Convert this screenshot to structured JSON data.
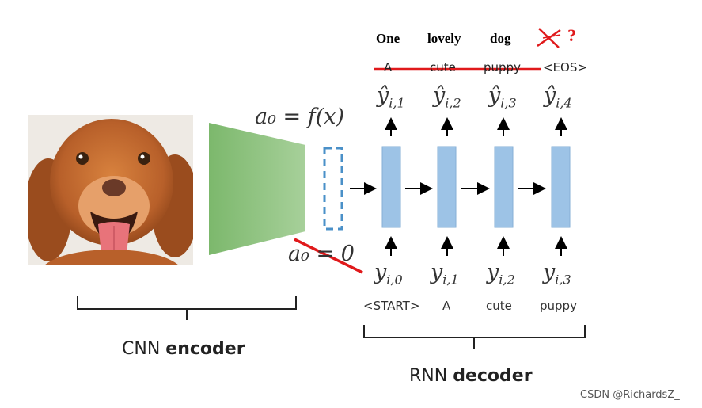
{
  "handwritten_caption": [
    "One",
    "lovely",
    "dog"
  ],
  "rejected_marks": {
    "cross": "×",
    "question": "?"
  },
  "struck_outputs": [
    "A",
    "cute",
    "puppy",
    "<EOS>"
  ],
  "outputs": [
    {
      "base": "ŷ",
      "sub": "i,1"
    },
    {
      "base": "ŷ",
      "sub": "i,2"
    },
    {
      "base": "ŷ",
      "sub": "i,3"
    },
    {
      "base": "ŷ",
      "sub": "i,4"
    }
  ],
  "inputs": [
    {
      "base": "y",
      "sub": "i,0"
    },
    {
      "base": "y",
      "sub": "i,1"
    },
    {
      "base": "y",
      "sub": "i,2"
    },
    {
      "base": "y",
      "sub": "i,3"
    }
  ],
  "input_tokens": [
    "<START>",
    "A",
    "cute",
    "puppy"
  ],
  "equation_top": "a₀ = f(x)",
  "equation_bottom": "a₀ = 0",
  "encoder_label": {
    "normal": "CNN ",
    "bold": "encoder"
  },
  "decoder_label": {
    "normal": "RNN ",
    "bold": "decoder"
  },
  "watermark": "CSDN @RichardsZ_",
  "colors": {
    "encoder": "#8cc07e",
    "rnn_cell": "#9dc3e6",
    "red": "#e0191b",
    "dashed": "#4a90c8"
  },
  "icons": {
    "photo": "dog-photo"
  }
}
